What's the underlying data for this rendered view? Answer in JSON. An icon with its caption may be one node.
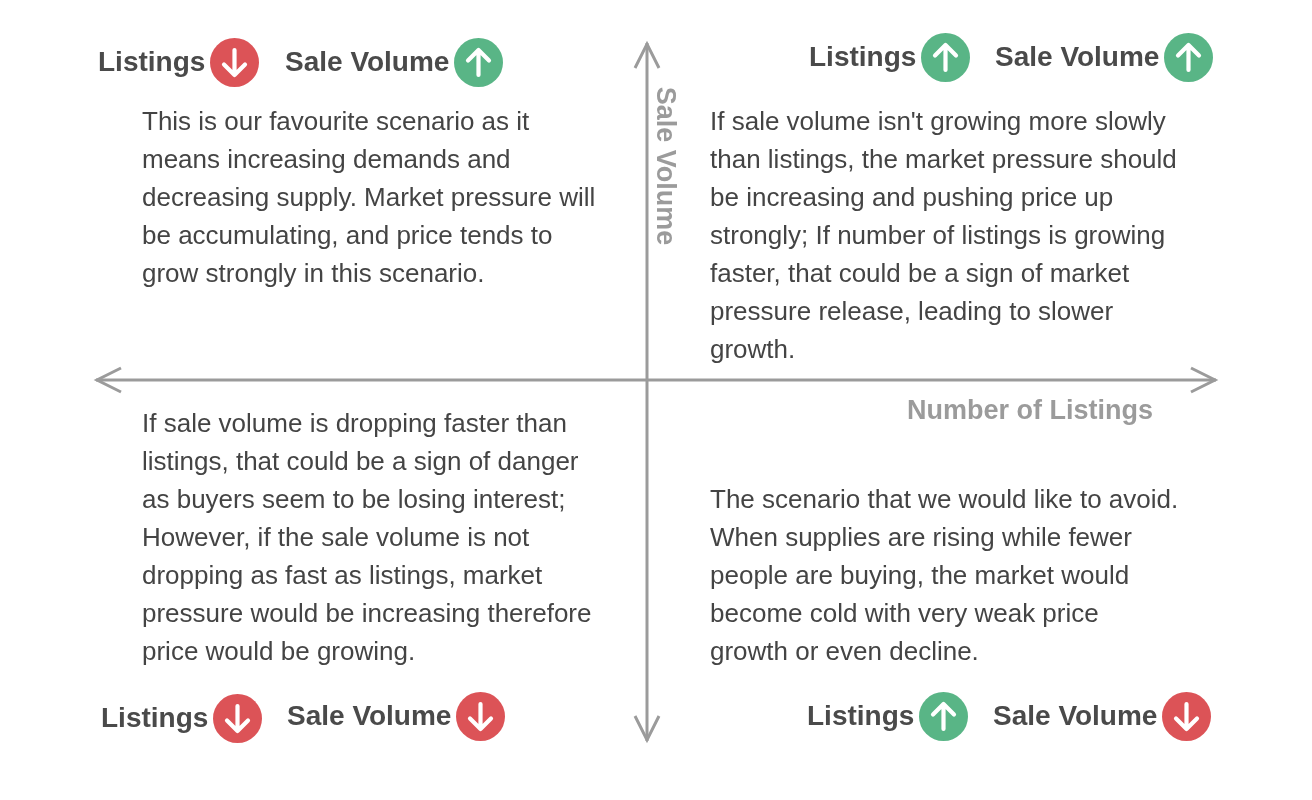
{
  "diagram": {
    "labels": [
      "Listings",
      "Sale Volume",
      "Listings",
      "Sale Volume",
      "This is our favourite scenario as it means increasing demands and decreasing supply. Market pressure will be accumulating, and price tends to grow strongly in this scenario.",
      "Sale Volume",
      "If sale volume isn't growing more slowly than listings, the market pressure should be increasing and pushing price up strongly; If number of listings is growing faster, that could be a sign of market pressure release, leading to slower growth.",
      "Number of Listings",
      "If sale volume is dropping faster than listings, that could be a sign of danger as buyers seem to be losing interest; However, if the sale volume is not dropping as fast as listings, market pressure would be increasing therefore price would be growing.",
      "The scenario that we would like to avoid. When supplies are rising while fewer people are buying, the market would become cold with very weak price growth or even decline.",
      "Listings",
      "Sale Volume",
      "Listings",
      "Sale Volume"
    ]
  }
}
